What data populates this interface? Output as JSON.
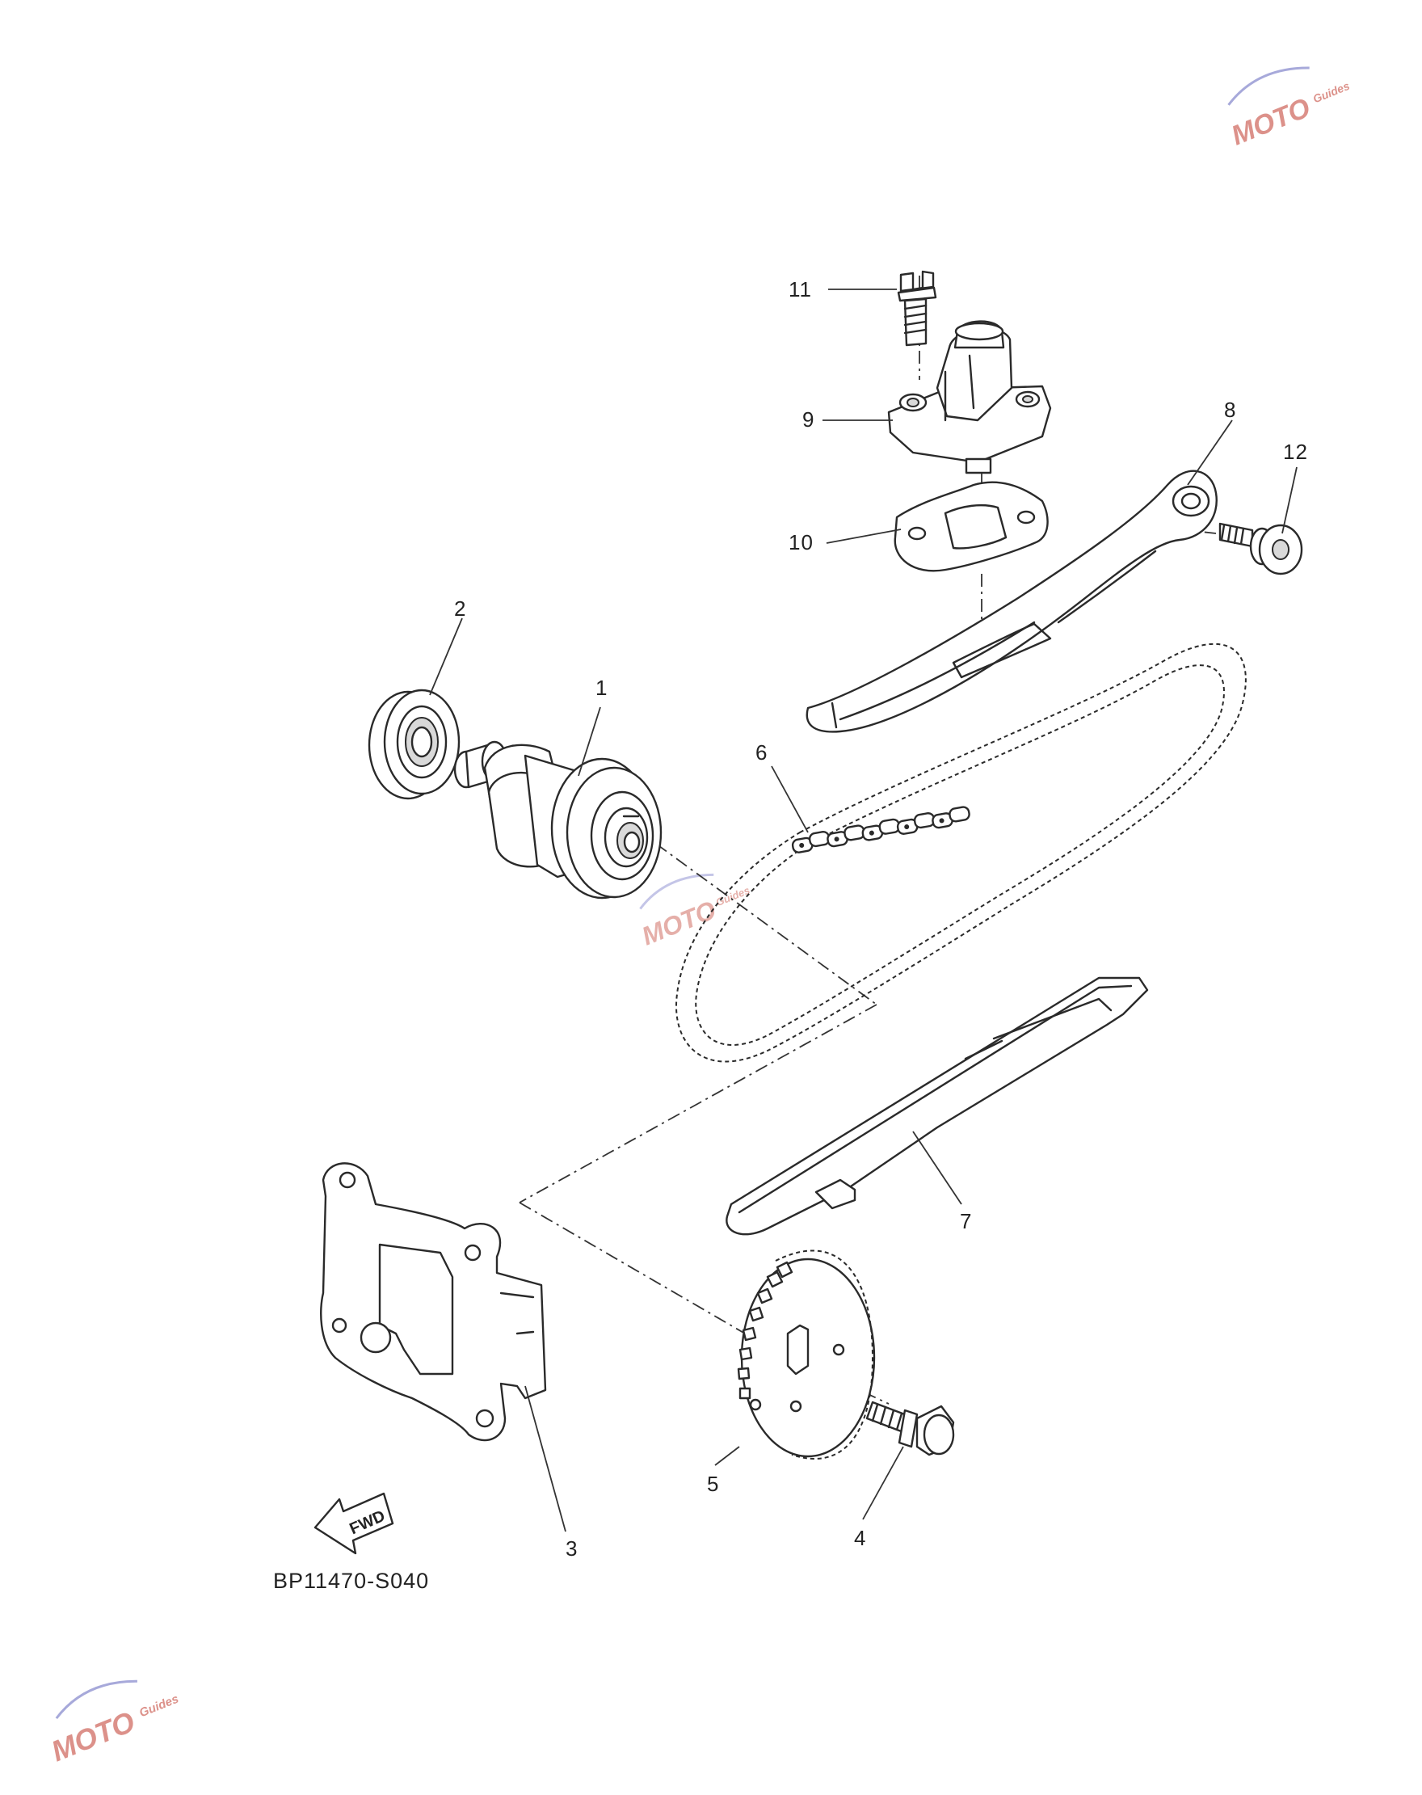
{
  "diagram_code": "BP11470-S040",
  "fwd_label": "FWD",
  "callouts": {
    "p1": "1",
    "p2": "2",
    "p3": "3",
    "p4": "4",
    "p5": "5",
    "p6": "6",
    "p7": "7",
    "p8": "8",
    "p9": "9",
    "p10": "10",
    "p11": "11",
    "p12": "12"
  },
  "watermark": {
    "brand": "MOTO",
    "sub": "Guides",
    "colors": {
      "main": "#c0392b",
      "accent": "#6c6fc2"
    }
  }
}
